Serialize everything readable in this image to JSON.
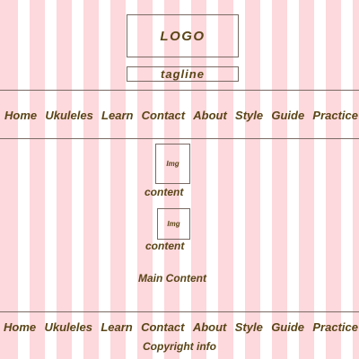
{
  "header": {
    "logo": "LOGO",
    "tagline": "tagline"
  },
  "nav": {
    "items": [
      "Home",
      "Ukuleles",
      "Learn",
      "Contact",
      "About",
      "Style",
      "Guide",
      "Practice"
    ]
  },
  "main": {
    "blocks": [
      {
        "image_label": "Img",
        "content_label": "content"
      },
      {
        "image_label": "Img",
        "content_label": "content"
      }
    ],
    "main_content": "Main Content"
  },
  "footer": {
    "copyright": "Copyright info"
  }
}
